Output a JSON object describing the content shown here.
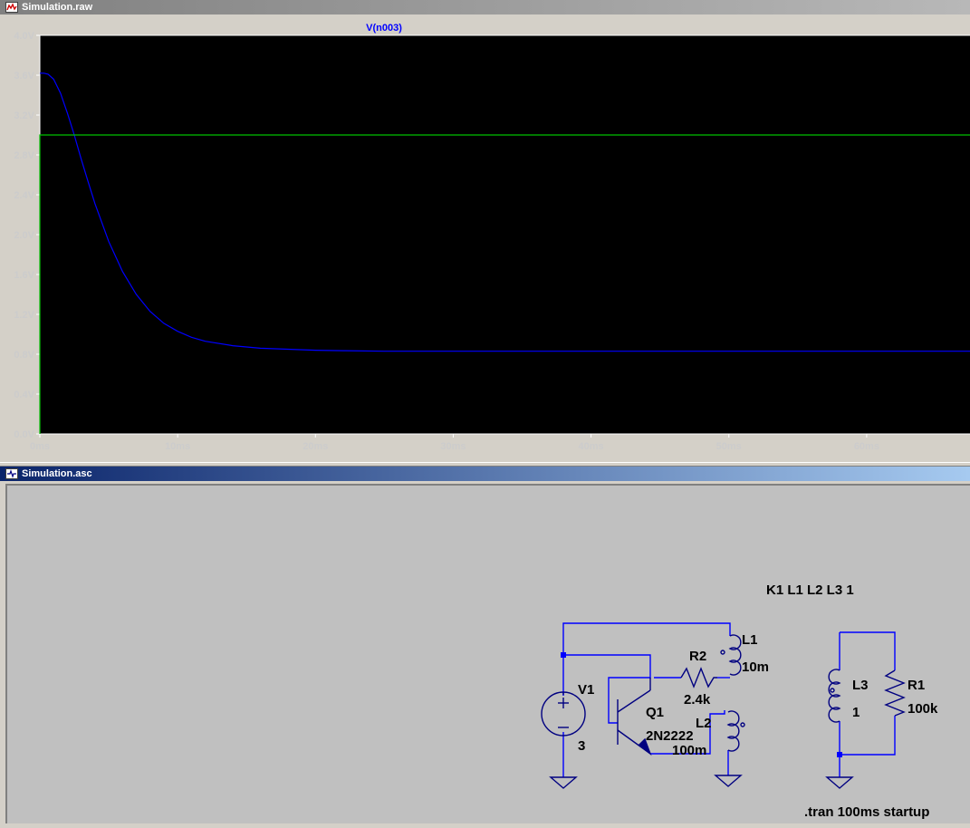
{
  "waveform_window": {
    "title": "Simulation.raw",
    "trace_label": "V(n003)",
    "colors": {
      "background": "#000000",
      "trace": "#0000ff",
      "startup_line": "#00c000",
      "axis": "#ffffff",
      "grid": "#ffffff",
      "tick_text": "#cccccc"
    }
  },
  "chart_data": {
    "type": "line",
    "title": "",
    "xlabel": "",
    "ylabel": "",
    "xlim": [
      0,
      67.5
    ],
    "ylim": [
      0,
      4.0
    ],
    "x_ticks": [
      "0ms",
      "10ms",
      "20ms",
      "30ms",
      "40ms",
      "50ms",
      "60ms"
    ],
    "y_ticks": [
      "0.0V",
      "0.4V",
      "0.8V",
      "1.2V",
      "1.6V",
      "2.0V",
      "2.4V",
      "2.8V",
      "3.2V",
      "3.6V",
      "4.0V"
    ],
    "grid": false,
    "series": [
      {
        "name": "V(n003)",
        "color": "#0000ff",
        "x": [
          0,
          0.3,
          0.6,
          1.0,
          1.5,
          2.0,
          2.5,
          3.0,
          3.5,
          4.0,
          5.0,
          6.0,
          7.0,
          8.0,
          9.0,
          10.0,
          11.0,
          12.0,
          14.0,
          16.0,
          18.0,
          20.0,
          22.0,
          25.0,
          30.0,
          40.0,
          50.0,
          60.0,
          67.5
        ],
        "y": [
          3.62,
          3.62,
          3.61,
          3.56,
          3.42,
          3.22,
          3.0,
          2.76,
          2.53,
          2.31,
          1.93,
          1.63,
          1.4,
          1.23,
          1.11,
          1.03,
          0.97,
          0.93,
          0.885,
          0.86,
          0.85,
          0.84,
          0.835,
          0.83,
          0.83,
          0.83,
          0.83,
          0.83,
          0.83
        ]
      },
      {
        "name": "",
        "color": "#00c000",
        "x": [
          0,
          0,
          67.5
        ],
        "y": [
          0,
          3.0,
          3.0
        ]
      }
    ]
  },
  "schematic_window": {
    "title": "Simulation.asc",
    "colors": {
      "background": "#c0c0c0",
      "wire": "#0000ff",
      "component": "#000080",
      "text": "#000000"
    },
    "directive_coupling": "K1 L1 L2 L3 1",
    "directive_tran": ".tran 100ms startup",
    "components": {
      "V1": {
        "name": "V1",
        "value": "3"
      },
      "Q1": {
        "name": "Q1",
        "value": "2N2222"
      },
      "R2": {
        "name": "R2",
        "value": "2.4k"
      },
      "L1": {
        "name": "L1",
        "value": "10m"
      },
      "L2": {
        "name": "L2",
        "value": "100m"
      },
      "L3": {
        "name": "L3",
        "value": "1"
      },
      "R1": {
        "name": "R1",
        "value": "100k"
      }
    }
  }
}
